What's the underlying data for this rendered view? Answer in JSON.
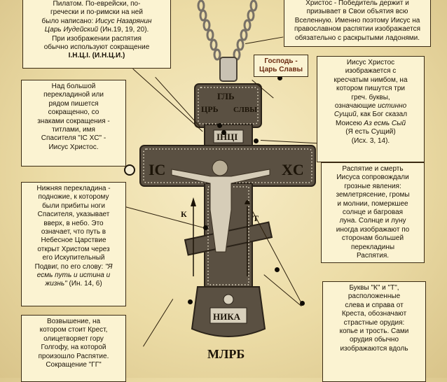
{
  "boxes": {
    "top_left": {
      "l1": "Пилатом. По-еврейски, по-",
      "l2": "гречески и по-римски на ней",
      "l3": "было написано: ",
      "l3i": "Иисус Назарянин",
      "l4i": "Царь Иудейский",
      "l4": " (Ин.19, 19, 20).",
      "l5": "При изображении распятия",
      "l6": "обычно используют сокращение",
      "l7": "І.Н.Ц.І. (И.Н.Ц.И.)"
    },
    "top_right": {
      "l1": "Христос - Победитель держит и",
      "l2": "призывает в Свои объятия всю",
      "l3": "Вселенную. Именно поэтому Иисус на",
      "l4": "православном распятии изображается",
      "l5": "обязательно с раскрытыми ладонями."
    },
    "lord": {
      "l1": "Господь -",
      "l2": "Царь Славы"
    },
    "mid_left": {
      "l1": "Над большой",
      "l2": "перекладиной или",
      "l3": "рядом пишется",
      "l4": "сокращенно, со",
      "l5": "знаками сокращения -",
      "l6": "титлами, имя",
      "l7": "Спасителя \"IC XC\" -",
      "l8": "Иисус Христос."
    },
    "halo": {
      "l1": "Иисус Христос",
      "l2": "изображается с",
      "l3": "кресчатым нимбом, на",
      "l4": "котором пишутся три",
      "l5": "греч. буквы,",
      "l6a": "означающие ",
      "l6i": "истинно",
      "l7i": "Сущий",
      "l7": ", как Бог сказал",
      "l8a": "Моисею ",
      "l8i": "Аз есмь Сый",
      "l9": "(Я есть Сущий)",
      "l10": "(Исх. 3, 14)."
    },
    "footrest": {
      "l1": "Нижняя перекладина -",
      "l2": "подножие, к которому",
      "l3": "были прибиты ноги",
      "l4": "Спасителя, указывает",
      "l5": "вверх, в небо. Это",
      "l6": "означает, что путь в",
      "l7": "Небесное Царствие",
      "l8": "открыт Христом через",
      "l9": "его Искупительный",
      "l10a": "Подвиг, по его слову: ",
      "l10i": "\"Я",
      "l11i": "есмь путь и истина и",
      "l12i": "жизнь\"",
      "l12": " (Ин. 14, 6)"
    },
    "signs": {
      "l1": "Распятие и смерть",
      "l2": "Иисуса сопровождали",
      "l3": "грозные явления:",
      "l4": "землетрясение, громы",
      "l5": "и молнии, померкшее",
      "l6": "солнце и багровая",
      "l7": "луна. Солнце и луну",
      "l8": "иногда  изображают по",
      "l9": "сторонам большей",
      "l10": "перекладины",
      "l11": "Распятия."
    },
    "golgotha": {
      "l1": "Возвышение, на",
      "l2": "котором стоит Крест,",
      "l3": "олицетворяет гору",
      "l4": "Голгофу, на которой",
      "l5": "произошло Распятие.",
      "l6": "Сокращение \"ГГ\""
    },
    "kt": {
      "l1": "Буквы \"К\" и \"Т\",",
      "l2": "расположенные",
      "l3": "слева и справа от",
      "l4": "Креста, обозначают",
      "l5": "страстные орудия:",
      "l6": "копье и трость. Сами",
      "l7": "орудия обычно",
      "l8": "изображаются вдоль"
    }
  },
  "cross": {
    "top_left": "ЦРЬ",
    "top_mid": "ГЛЬ",
    "top_right": "СЛВЫ",
    "title": "ІНЦІ",
    "ic": "IC",
    "xc": "XC",
    "k": "К",
    "t": "Т",
    "nika": "НИКА",
    "mlrb": "МЛРБ"
  }
}
